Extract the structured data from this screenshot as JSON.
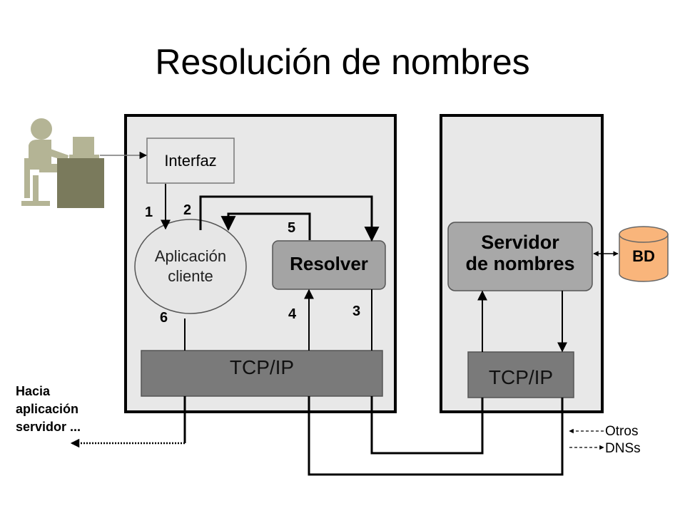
{
  "title": "Resolución de nombres",
  "nodes": {
    "interfaz": "Interfaz",
    "aplicacion_cliente": [
      "Aplicación",
      "cliente"
    ],
    "resolver": "Resolver",
    "tcpip_client": "TCP/IP",
    "servidor_nombres": [
      "Servidor",
      "de nombres"
    ],
    "bd": "BD",
    "tcpip_server": "TCP/IP"
  },
  "steps": [
    "1",
    "2",
    "3",
    "4",
    "5",
    "6"
  ],
  "side_notes": {
    "hacia": [
      "Hacia",
      "aplicación",
      "servidor ..."
    ],
    "otros": [
      "Otros",
      "DNSs"
    ]
  },
  "colors": {
    "outer_box": "#e8e8e8",
    "interfaz_box": "#e8e8e8",
    "ellipse": "#e6e6e6",
    "resolver": "#a4a4a4",
    "tcpip": "#7a7a7a",
    "server": "#a8a8a8",
    "bd": "#f9b57b",
    "user_icon": "#b4b495"
  }
}
